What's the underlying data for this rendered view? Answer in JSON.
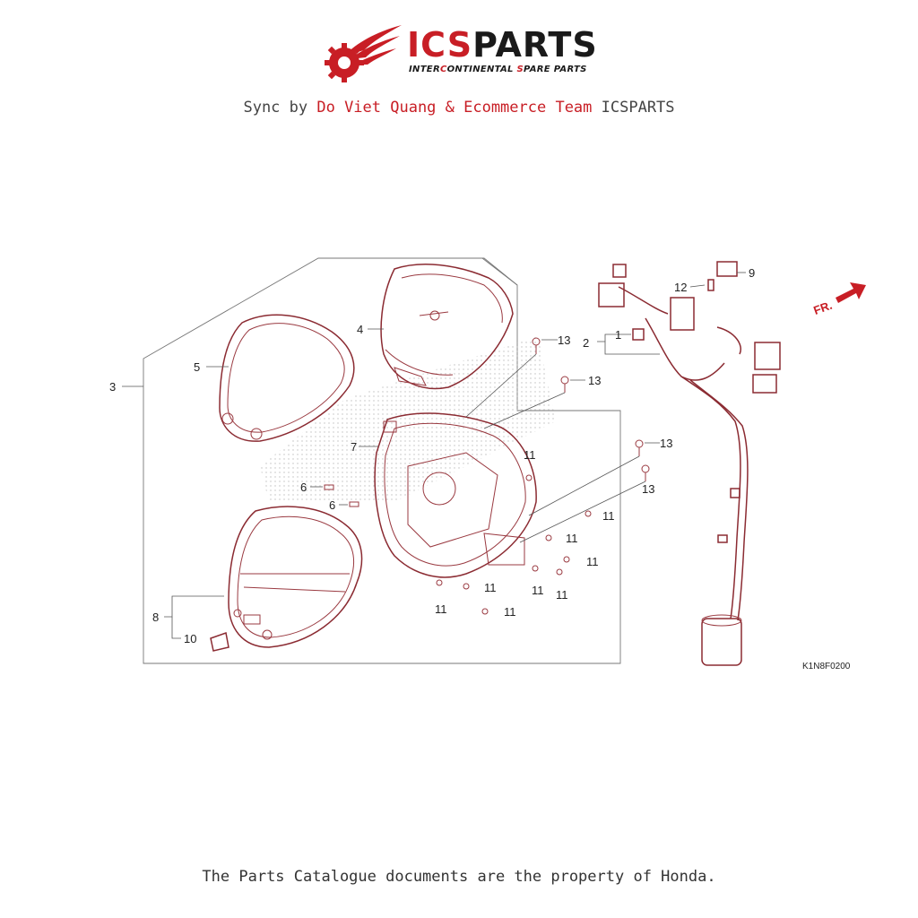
{
  "brand": {
    "name_highlight": "ICS",
    "name_rest": "PARTS",
    "tagline_parts": [
      {
        "t": "INTER",
        "red": false
      },
      {
        "t": "C",
        "red": true
      },
      {
        "t": "ONTINENTAL ",
        "red": false
      },
      {
        "t": "S",
        "red": true
      },
      {
        "t": "PARE PARTS",
        "red": false
      }
    ],
    "colors": {
      "accent": "#c81e25",
      "text": "#1a1a1a",
      "part_line": "#8b2b32"
    }
  },
  "sync": {
    "prefix": "Sync by ",
    "authors": "Do Viet Quang & Ecommerce Team",
    "suffix": " ICSPARTS"
  },
  "diagram": {
    "code": "K1N8F0200",
    "direction_badge": "FR.",
    "labels": [
      "1",
      "2",
      "3",
      "4",
      "5",
      "6",
      "6",
      "7",
      "8",
      "9",
      "10",
      "11",
      "11",
      "11",
      "11",
      "11",
      "11",
      "11",
      "11",
      "11",
      "11",
      "12",
      "13",
      "13",
      "13",
      "13"
    ]
  },
  "footer": {
    "text": "The Parts Catalogue documents are the property of Honda."
  }
}
